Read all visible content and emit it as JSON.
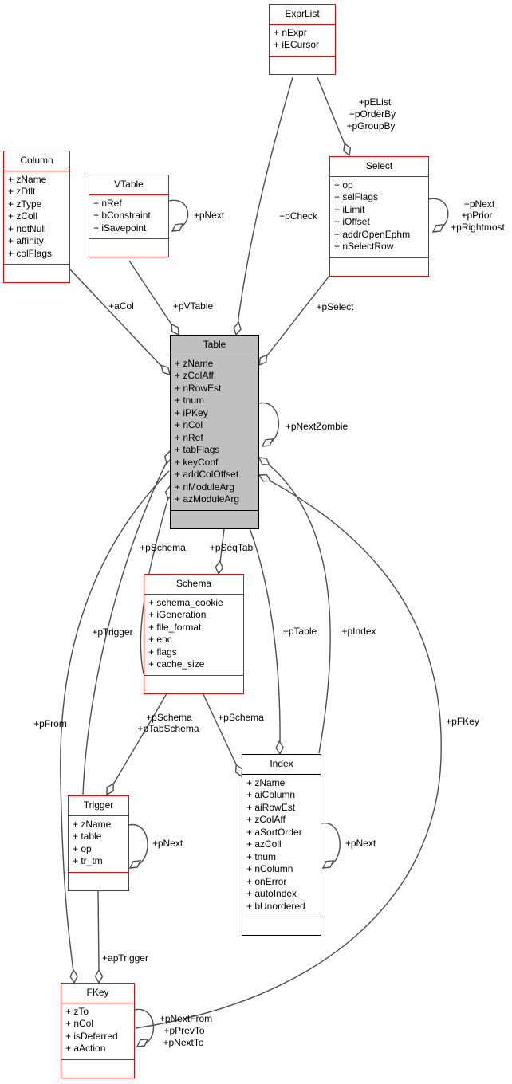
{
  "diagram": {
    "type": "uml-class-diagram",
    "classes": [
      {
        "name": "ExprList",
        "border": "#ff0000",
        "attributes": [
          "+ nExpr",
          "+ iECursor"
        ]
      },
      {
        "name": "Column",
        "border": "#ff0000",
        "attributes": [
          "+ zName",
          "+ zDflt",
          "+ zType",
          "+ zColl",
          "+ notNull",
          "+ affinity",
          "+ colFlags"
        ]
      },
      {
        "name": "VTable",
        "border": "#ff0000",
        "attributes": [
          "+ nRef",
          "+ bConstraint",
          "+ iSavepoint"
        ]
      },
      {
        "name": "Select",
        "border": "#ff0000",
        "attributes": [
          "+ op",
          "+ selFlags",
          "+ iLimit",
          "+ iOffset",
          "+ addrOpenEphm",
          "+ nSelectRow"
        ]
      },
      {
        "name": "Table",
        "border": "#000000",
        "fill": "#c0c0c0",
        "attributes": [
          "+ zName",
          "+ zColAff",
          "+ nRowEst",
          "+ tnum",
          "+ iPKey",
          "+ nCol",
          "+ nRef",
          "+ tabFlags",
          "+ keyConf",
          "+ addColOffset",
          "+ nModuleArg",
          "+ azModuleArg"
        ]
      },
      {
        "name": "Schema",
        "border": "#ff0000",
        "attributes": [
          "+ schema_cookie",
          "+ iGeneration",
          "+ file_format",
          "+ enc",
          "+ flags",
          "+ cache_size"
        ]
      },
      {
        "name": "Trigger",
        "border": "#ff0000",
        "attributes": [
          "+ zName",
          "+ table",
          "+ op",
          "+ tr_tm"
        ]
      },
      {
        "name": "Index",
        "border": "#000000",
        "attributes": [
          "+ zName",
          "+ aiColumn",
          "+ aiRowEst",
          "+ zColAff",
          "+ aSortOrder",
          "+ azColl",
          "+ tnum",
          "+ nColumn",
          "+ onError",
          "+ autoIndex",
          "+ bUnordered"
        ]
      },
      {
        "name": "FKey",
        "border": "#ff0000",
        "attributes": [
          "+ zTo",
          "+ nCol",
          "+ isDeferred",
          "+ aAction"
        ]
      }
    ],
    "labels": [
      {
        "text": "+pEList"
      },
      {
        "text": "+pOrderBy"
      },
      {
        "text": "+pGroupBy"
      },
      {
        "text": "+pCheck"
      },
      {
        "text": "+pNext"
      },
      {
        "text": "+pNext"
      },
      {
        "text": "+pPrior"
      },
      {
        "text": "+pRightmost"
      },
      {
        "text": "+aCol"
      },
      {
        "text": "+pVTable"
      },
      {
        "text": "+pSelect"
      },
      {
        "text": "+pNextZombie"
      },
      {
        "text": "+pSchema"
      },
      {
        "text": "+pSeqTab"
      },
      {
        "text": "+pTrigger"
      },
      {
        "text": "+pTable"
      },
      {
        "text": "+pIndex"
      },
      {
        "text": "+pFrom"
      },
      {
        "text": "+pSchema"
      },
      {
        "text": "+pTabSchema"
      },
      {
        "text": "+pSchema"
      },
      {
        "text": "+pFKey"
      },
      {
        "text": "+pNext"
      },
      {
        "text": "+pNext"
      },
      {
        "text": "+apTrigger"
      },
      {
        "text": "+pNextFrom"
      },
      {
        "text": "+pPrevTo"
      },
      {
        "text": "+pNextTo"
      }
    ],
    "colors": {
      "red_class_border": "#ff0000",
      "black_class_border": "#000000",
      "table_fill": "#c0c0c0",
      "class_fill": "#ffffff",
      "edge_line": "#4d4d4d",
      "background": "#ffffff"
    }
  }
}
